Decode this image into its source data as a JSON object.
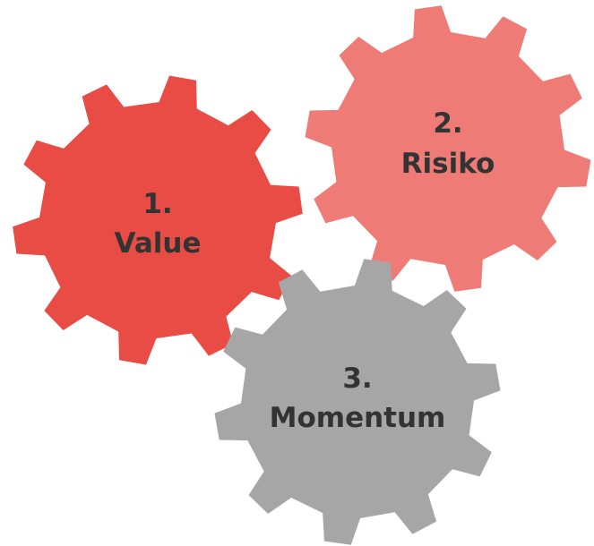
{
  "gears": [
    {
      "id": "value",
      "number": "1.",
      "label": "Value",
      "color": "#e84c45"
    },
    {
      "id": "risiko",
      "number": "2.",
      "label": "Risiko",
      "color": "#ef7b76"
    },
    {
      "id": "momentum",
      "number": "3.",
      "label": "Momentum",
      "color": "#a6a6a6"
    }
  ]
}
